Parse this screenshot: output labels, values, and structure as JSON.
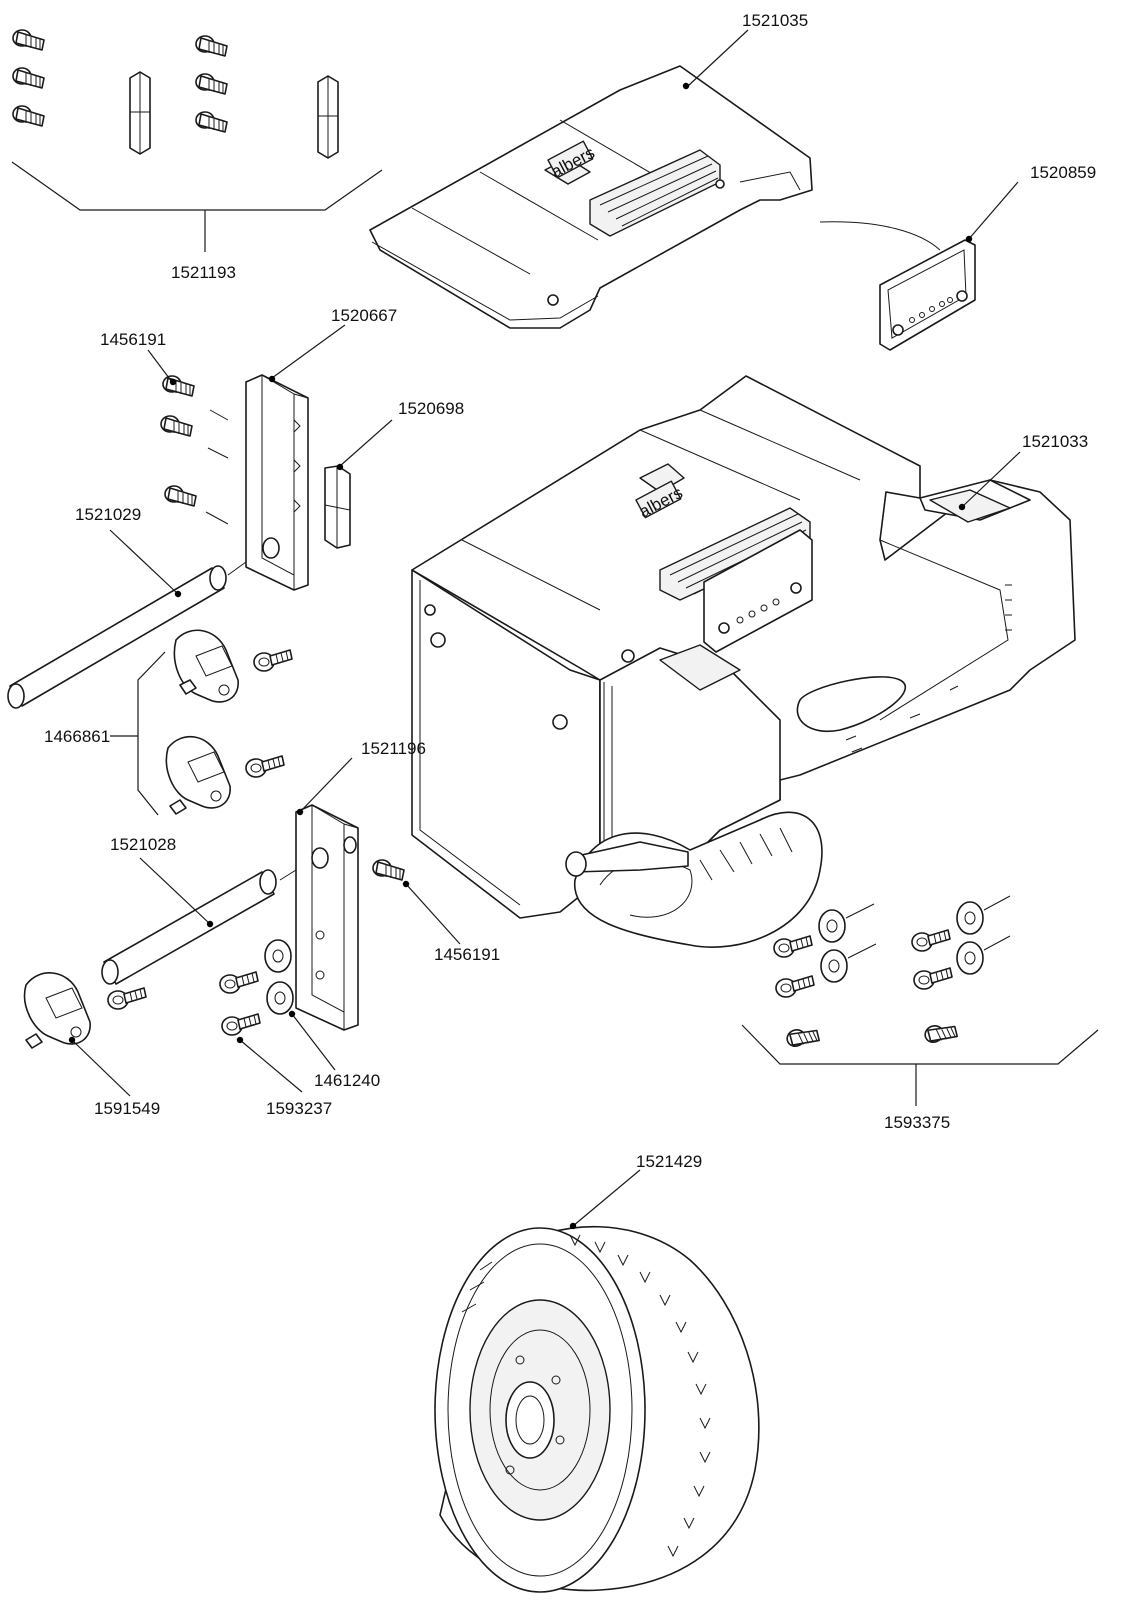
{
  "callouts": [
    {
      "id": "label-1521035",
      "text": "1521035"
    },
    {
      "id": "label-1521193",
      "text": "1521193"
    },
    {
      "id": "label-1520859",
      "text": "1520859"
    },
    {
      "id": "label-1520667",
      "text": "1520667"
    },
    {
      "id": "label-1456191-top",
      "text": "1456191"
    },
    {
      "id": "label-1520698",
      "text": "1520698"
    },
    {
      "id": "label-1521029",
      "text": "1521029"
    },
    {
      "id": "label-1521033",
      "text": "1521033"
    },
    {
      "id": "label-1466861",
      "text": "1466861"
    },
    {
      "id": "label-1521196",
      "text": "1521196"
    },
    {
      "id": "label-1521028",
      "text": "1521028"
    },
    {
      "id": "label-1456191-bottom",
      "text": "1456191"
    },
    {
      "id": "label-1461240",
      "text": "1461240"
    },
    {
      "id": "label-1591549",
      "text": "1591549"
    },
    {
      "id": "label-1593237",
      "text": "1593237"
    },
    {
      "id": "label-1593375",
      "text": "1593375"
    },
    {
      "id": "label-1521429",
      "text": "1521429"
    }
  ],
  "logo_text": "albers",
  "colors": {
    "line": "#1a1a1a",
    "background": "#ffffff"
  }
}
